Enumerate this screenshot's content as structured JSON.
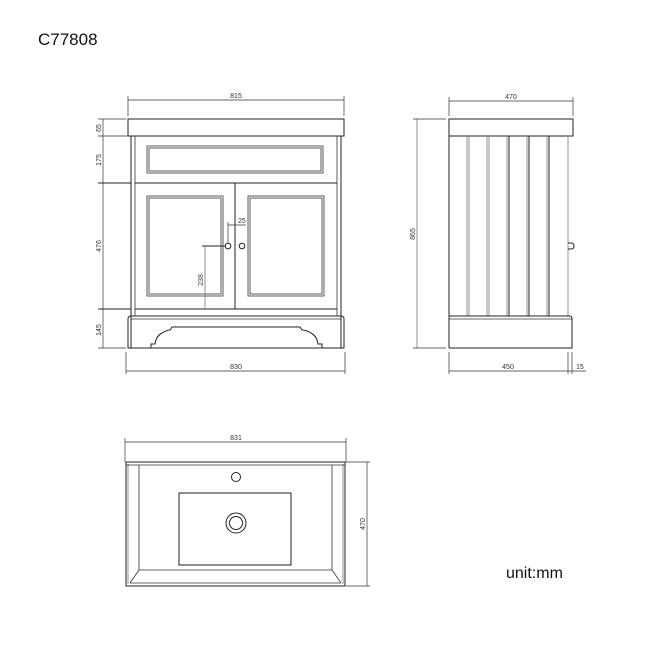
{
  "product_code": "C77808",
  "unit": "unit:mm",
  "front_view": {
    "overall_top_width": "815",
    "base_width": "830",
    "heights": {
      "countertop": "65",
      "drawer": "175",
      "doors": "476",
      "plinth": "145"
    },
    "handle_offset": "25",
    "handle_height": "238"
  },
  "side_view": {
    "depth_top": "470",
    "overall_height": "865",
    "base_depth": "450",
    "handle_projection": "15"
  },
  "basin_top_view": {
    "width": "831",
    "depth": "470"
  },
  "colors": {
    "line": "#222222",
    "background": "#ffffff"
  }
}
